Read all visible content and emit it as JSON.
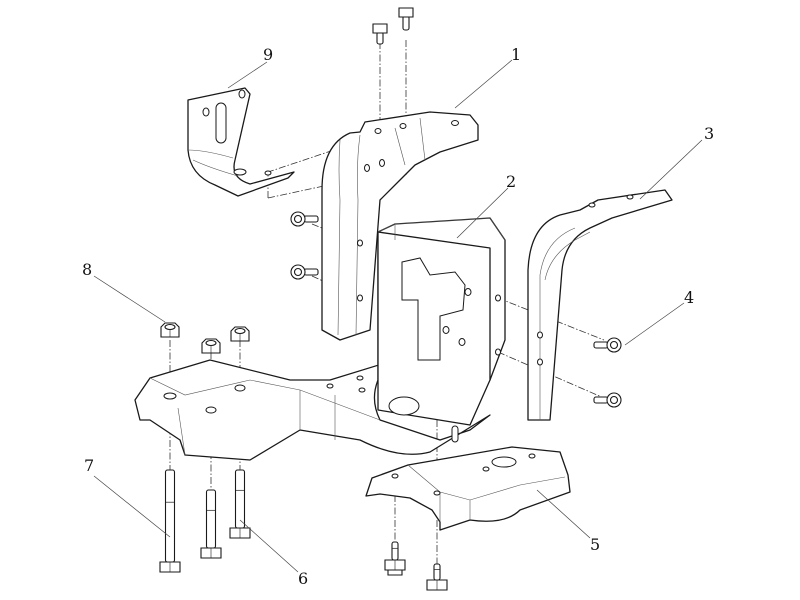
{
  "diagram": {
    "type": "exploded-assembly-view",
    "style": "black-and-white line drawing",
    "callouts": [
      {
        "id": "1",
        "label": "1",
        "part": "upper L-shaped mounting bracket"
      },
      {
        "id": "2",
        "label": "2",
        "part": "vertical channel plate bracket"
      },
      {
        "id": "3",
        "label": "3",
        "part": "curved side support bracket"
      },
      {
        "id": "4",
        "label": "4",
        "part": "flange bolt (side)"
      },
      {
        "id": "5",
        "label": "5",
        "part": "lower hat-section support plate"
      },
      {
        "id": "6",
        "label": "6",
        "part": "short hex bolt"
      },
      {
        "id": "7",
        "label": "7",
        "part": "long hex bolt"
      },
      {
        "id": "8",
        "label": "8",
        "part": "hex nut"
      },
      {
        "id": "9",
        "label": "9",
        "part": "small angled bracket"
      }
    ],
    "colors": {
      "line": "#1a1a1a",
      "background": "#ffffff",
      "leader": "#444444"
    }
  }
}
